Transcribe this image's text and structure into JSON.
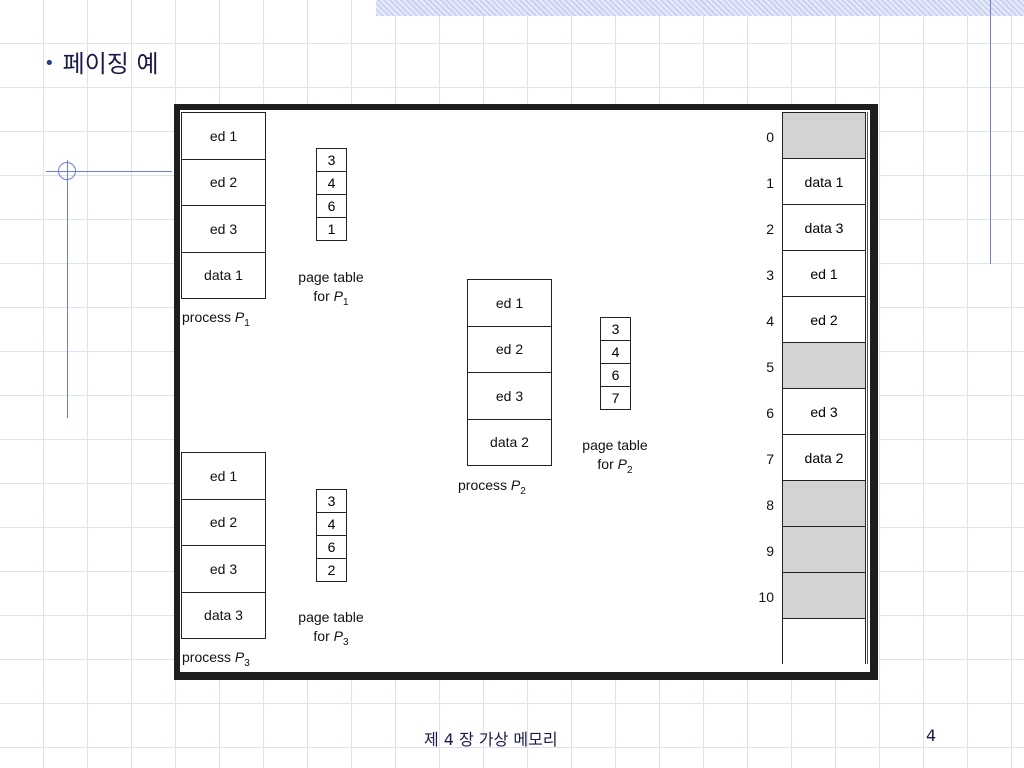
{
  "slide": {
    "bullet": "•",
    "title": "페이징 예",
    "footer": "제 4 장 가상 메모리",
    "page_number": "4"
  },
  "processes": [
    {
      "name": "P1",
      "label_prefix": "process ",
      "label_var": "P",
      "label_sub": "1",
      "pages": [
        "ed 1",
        "ed 2",
        "ed 3",
        "data 1"
      ],
      "page_table": [
        "3",
        "4",
        "6",
        "1"
      ],
      "pt_label_line1": "page table",
      "pt_label_prefix": "for ",
      "pt_label_var": "P",
      "pt_label_sub": "1"
    },
    {
      "name": "P2",
      "label_prefix": "process ",
      "label_var": "P",
      "label_sub": "2",
      "pages": [
        "ed 1",
        "ed 2",
        "ed 3",
        "data 2"
      ],
      "page_table": [
        "3",
        "4",
        "6",
        "7"
      ],
      "pt_label_line1": "page table",
      "pt_label_prefix": "for ",
      "pt_label_var": "P",
      "pt_label_sub": "2"
    },
    {
      "name": "P3",
      "label_prefix": "process ",
      "label_var": "P",
      "label_sub": "3",
      "pages": [
        "ed 1",
        "ed 2",
        "ed 3",
        "data 3"
      ],
      "page_table": [
        "3",
        "4",
        "6",
        "2"
      ],
      "pt_label_line1": "page table",
      "pt_label_prefix": "for ",
      "pt_label_var": "P",
      "pt_label_sub": "3"
    }
  ],
  "memory": {
    "frame_numbers": [
      "0",
      "1",
      "2",
      "3",
      "4",
      "5",
      "6",
      "7",
      "8",
      "9",
      "10"
    ],
    "frames": [
      "",
      "data 1",
      "data 3",
      "ed 1",
      "ed 2",
      "",
      "ed 3",
      "data 2",
      "",
      "",
      ""
    ],
    "free_color": "#d3d3d3"
  }
}
